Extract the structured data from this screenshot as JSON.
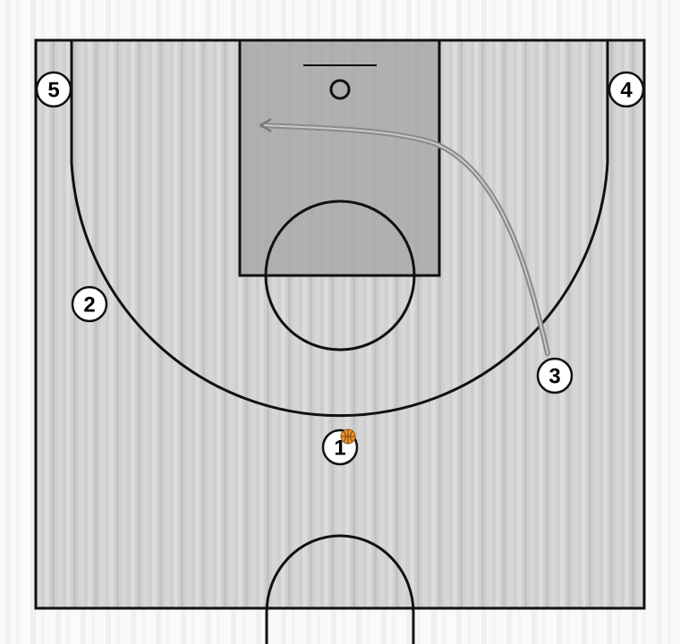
{
  "diagram": {
    "players": [
      {
        "label": "5"
      },
      {
        "label": "4"
      },
      {
        "label": "2"
      },
      {
        "label": "3"
      },
      {
        "label": "1"
      }
    ],
    "ball_holder": "1",
    "colors": {
      "court_base": "#d0d0d0",
      "paint": "#a9a9a9",
      "lines": "#111111",
      "cut_path": "#7a7a7a",
      "ball": "#e8952f",
      "player_fill": "#ffffff"
    }
  }
}
